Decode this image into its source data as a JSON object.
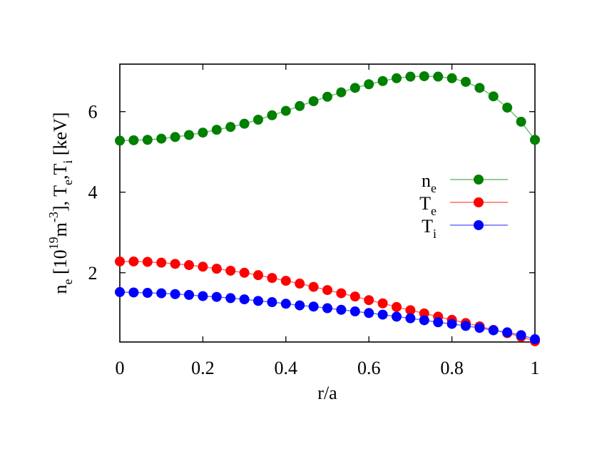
{
  "chart_data": {
    "type": "line",
    "title": "",
    "xlabel": "r/a",
    "ylabel": "n_e [10^19 m^-3], T_e, T_i [keV]",
    "xlim": [
      0,
      1
    ],
    "ylim": [
      0.28,
      7.18
    ],
    "grid": false,
    "legend_position": "inside-right",
    "x_ticks": [
      0,
      0.2,
      0.4,
      0.6,
      0.8,
      1
    ],
    "x_tick_labels": [
      "0",
      "0.2",
      "0.4",
      "0.6",
      "0.8",
      "1"
    ],
    "y_ticks": [
      2,
      4,
      6
    ],
    "y_tick_labels": [
      "2",
      "4",
      "6"
    ],
    "x": [
      0,
      0.0333,
      0.0667,
      0.1,
      0.1333,
      0.1667,
      0.2,
      0.2333,
      0.2667,
      0.3,
      0.3333,
      0.3667,
      0.4,
      0.4333,
      0.4667,
      0.5,
      0.5333,
      0.5667,
      0.6,
      0.6333,
      0.6667,
      0.7,
      0.7333,
      0.7667,
      0.8,
      0.8333,
      0.8667,
      0.9,
      0.9333,
      0.9667,
      1.0
    ],
    "series": [
      {
        "name": "n_e",
        "label_main": "n",
        "label_sub": "e",
        "color": "#008000",
        "line_color": "#6dbf6d",
        "values": [
          5.28,
          5.29,
          5.3,
          5.33,
          5.37,
          5.42,
          5.48,
          5.55,
          5.62,
          5.7,
          5.8,
          5.91,
          6.02,
          6.14,
          6.26,
          6.37,
          6.48,
          6.59,
          6.68,
          6.76,
          6.83,
          6.87,
          6.88,
          6.87,
          6.83,
          6.74,
          6.59,
          6.38,
          6.1,
          5.75,
          5.3
        ]
      },
      {
        "name": "T_e",
        "label_main": "T",
        "label_sub": "e",
        "color": "#ff0000",
        "line_color": "#ff6b6b",
        "values": [
          2.28,
          2.28,
          2.27,
          2.25,
          2.22,
          2.19,
          2.15,
          2.1,
          2.05,
          2.0,
          1.94,
          1.87,
          1.8,
          1.73,
          1.65,
          1.57,
          1.49,
          1.41,
          1.32,
          1.24,
          1.15,
          1.07,
          0.99,
          0.91,
          0.83,
          0.75,
          0.67,
          0.58,
          0.5,
          0.41,
          0.3
        ]
      },
      {
        "name": "T_i",
        "label_main": "T",
        "label_sub": "i",
        "color": "#0000ff",
        "line_color": "#6b6bff",
        "values": [
          1.52,
          1.51,
          1.5,
          1.49,
          1.47,
          1.45,
          1.42,
          1.4,
          1.37,
          1.34,
          1.3,
          1.27,
          1.23,
          1.19,
          1.16,
          1.12,
          1.08,
          1.04,
          1.0,
          0.96,
          0.91,
          0.87,
          0.82,
          0.77,
          0.73,
          0.68,
          0.63,
          0.57,
          0.52,
          0.45,
          0.35
        ]
      }
    ]
  },
  "axes": {
    "xlabel": "r/a",
    "ylabel_parts": {
      "n": "n",
      "e_sub": "e",
      "bracket_open": " [10",
      "exp19": "19",
      "m": "m",
      "exp_m3": "-3",
      "bracket_close_T": "], T",
      "Te_sub": "e",
      "comma_T": ",T",
      "Ti_sub": "i",
      "kev": " [keV]"
    }
  }
}
